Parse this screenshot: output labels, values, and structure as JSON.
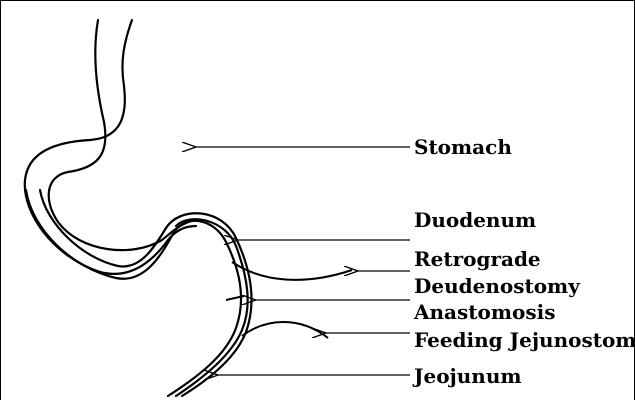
{
  "diagram": {
    "labels": {
      "stomach": "Stomach",
      "duodenum": "Duodenum",
      "retrograde_1": "Retrograde",
      "retrograde_2": "Deudenostomy",
      "anastomosis": "Anastomosis",
      "feeding": "Feeding Jejunostomy",
      "jejunum": "Jeojunum"
    }
  }
}
